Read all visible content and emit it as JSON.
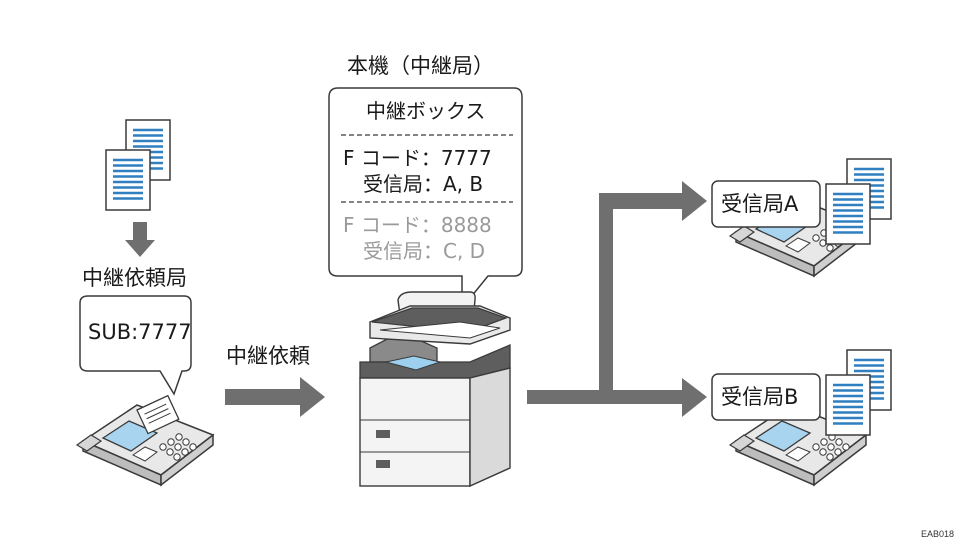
{
  "relay_request_station": {
    "label": "中継依頼局",
    "bubble_text": "SUB:7777"
  },
  "relay_request_arrow_label": "中継依頼",
  "main_machine": {
    "label": "本機（中継局）",
    "relay_box": {
      "title": "中継ボックス",
      "entries": [
        {
          "fcode_label": "F コード：7777",
          "receivers_label": "受信局：A, B",
          "active": true
        },
        {
          "fcode_label": "F コード：8888",
          "receivers_label": "受信局：C, D",
          "active": false
        }
      ]
    }
  },
  "receivers": [
    {
      "label": "受信局A"
    },
    {
      "label": "受信局B"
    }
  ],
  "figure_code": "EAB018",
  "colors": {
    "arrow": "#6f6f6f",
    "doc_lines": "#2f7fc1",
    "outline": "#3a3a3a",
    "dim_text": "#9a9a9a"
  }
}
